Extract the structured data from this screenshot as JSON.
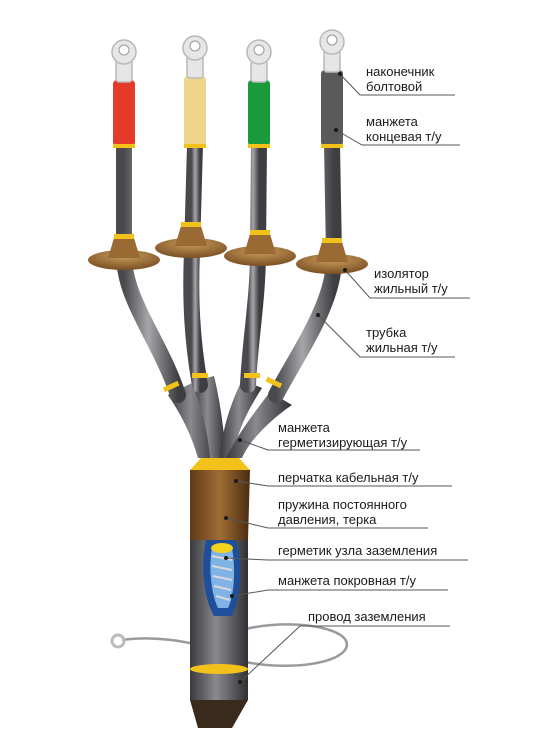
{
  "labels": {
    "lug": [
      "наконечник",
      "болтовой"
    ],
    "end_sleeve": [
      "манжета",
      "концевая т/у"
    ],
    "insulator": [
      "изолятор",
      "жильный т/у"
    ],
    "tube": [
      "трубка",
      "жильная т/у"
    ],
    "seal_sleeve": [
      "манжета",
      "герметизирующая т/у"
    ],
    "glove": [
      "перчатка кабельная т/у"
    ],
    "spring": [
      "пружина постоянного",
      "давления, терка"
    ],
    "sealant": [
      "герметик узла заземления"
    ],
    "cover_sleeve": [
      "манжета покровная т/у"
    ],
    "ground_wire": [
      "провод заземления"
    ]
  },
  "colors": {
    "phase_1": "#e53a2a",
    "phase_2": "#efd58c",
    "phase_3": "#1a9a3a",
    "phase_4": "#5a5a5c",
    "tube_gray": "#76767a",
    "insulator_brown": "#a0703a",
    "glove_brown": "#8a5a2a",
    "band_yellow": "#f2c21a",
    "sealant_blue": "#2a6ab8",
    "leader_line": "#555555"
  }
}
